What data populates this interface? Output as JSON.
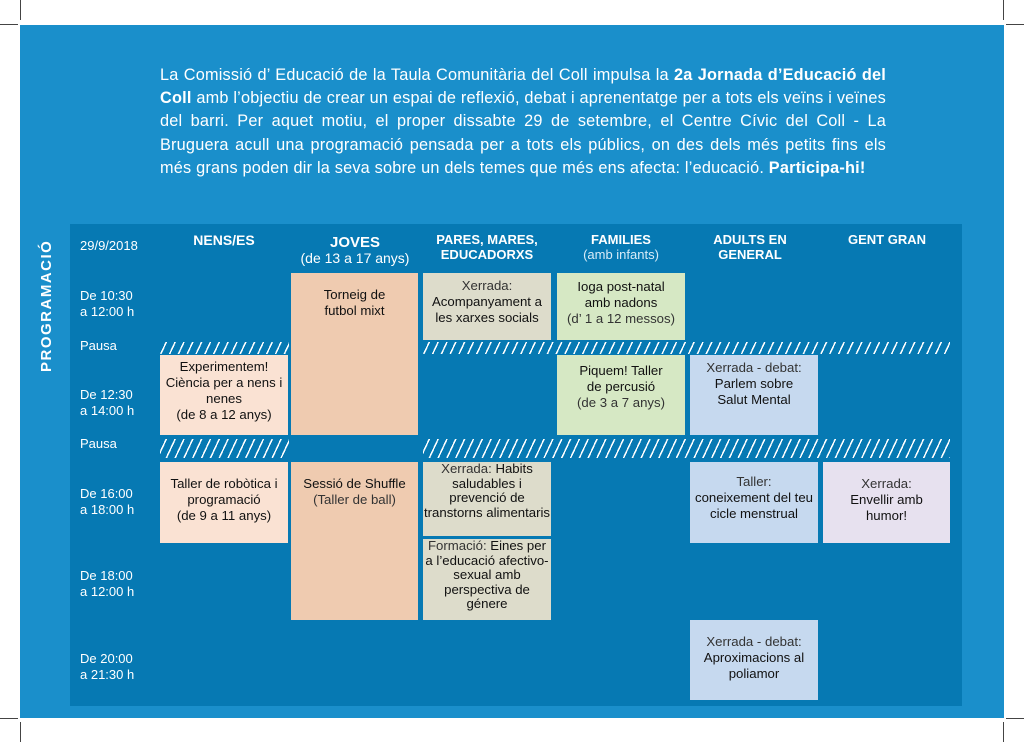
{
  "intro": {
    "p1": "La Comissió d’ Educació de la Taula Comunitària del Coll impulsa la ",
    "b1": "2a Jornada d’Educació del Coll",
    "p2": " amb l’objectiu de crear un espai de reflexió, debat i aprenentatge per a tots els veïns i veïnes del barri. Per aquet motiu, el proper dissabte 29 de setembre, el Centre Cívic del Coll - La Bruguera acull una programació pensada per a tots els públics, on des dels més petits fins els més grans poden dir la seva sobre un dels temes que més ens afecta: l’educació. ",
    "b2": "Participa-hi!"
  },
  "side_title": "PROGRAMACIÓ",
  "date": "29/9/2018",
  "columns": [
    {
      "title": "NENS/ES",
      "sub": ""
    },
    {
      "title": "JOVES",
      "sub": "(de 13 a 17 anys)"
    },
    {
      "title": "PARES, MARES, EDUCADORXS",
      "sub": ""
    },
    {
      "title": "FAMILIES",
      "sub": "(amb infants)"
    },
    {
      "title": "ADULTS EN GENERAL",
      "sub": ""
    },
    {
      "title": "GENT GRAN",
      "sub": ""
    }
  ],
  "times": [
    "De 10:30\na 12:00 h",
    "Pausa",
    "De 12:30\na 14:00 h",
    "Pausa",
    "De 16:00\na 18:00 h",
    "De 18:00\na 12:00 h",
    "De 20:00\na 21:30 h"
  ],
  "events": {
    "torneig": {
      "main": "Torneig de futbol mixt"
    },
    "acompanyament": {
      "pre": "Xerrada:",
      "main": "Acompanyament a les xarxes socials"
    },
    "ioga": {
      "main": "Ioga post-natal amb nadons",
      "post": "(d’ 1 a 12 messos)"
    },
    "experimentem": {
      "main": "Experimentem! Ciència per a nens i nenes",
      "post": "(de 8 a 12 anys)"
    },
    "piquem": {
      "main": "Piquem! Taller de percusió",
      "post": "(de 3 a 7 anys)"
    },
    "parlem": {
      "pre": "Xerrada - debat:",
      "main": "Parlem sobre Salut Mental"
    },
    "robotica": {
      "main": "Taller de robòtica i programació",
      "post": "(de 9 a 11 anys)"
    },
    "shuffle": {
      "main": "Sessió de Shuffle",
      "post": "(Taller de ball)"
    },
    "habits": {
      "pre": "Xerrada:",
      "main": "Habits saludables i prevenció de transtorns alimentaris"
    },
    "formacio": {
      "pre": "Formació:",
      "main": "Eines per a l’educació afectivo-sexual amb perspectiva de génere"
    },
    "menstrual": {
      "pre": "Taller:",
      "main": "coneixement del teu cicle menstrual"
    },
    "envellir": {
      "pre": "Xerrada:",
      "main": "Envellir amb humor!"
    },
    "poliamor": {
      "pre": "Xerrada - debat:",
      "main": "Aproximacions al poliamor"
    }
  },
  "colors": {
    "outer": "#1a8fcb",
    "panel": "#0679b3",
    "nens": "#fae2d3",
    "joves": "#efcbb0",
    "pares": "#dddccb",
    "families": "#d6e8c4",
    "adults": "#c6d9ef",
    "gent_gran": "#e7e1ef"
  }
}
